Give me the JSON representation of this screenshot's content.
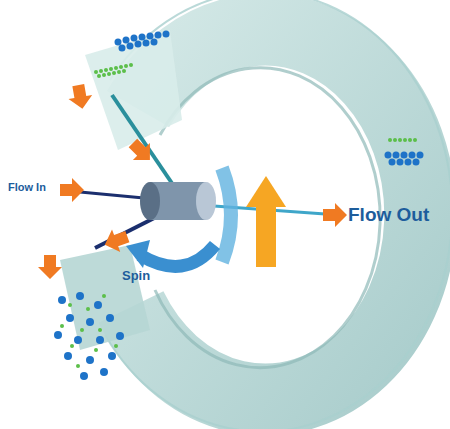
{
  "diagram": {
    "labels": [
      "Flow In",
      "Spin",
      "Flow Out"
    ]
  }
}
